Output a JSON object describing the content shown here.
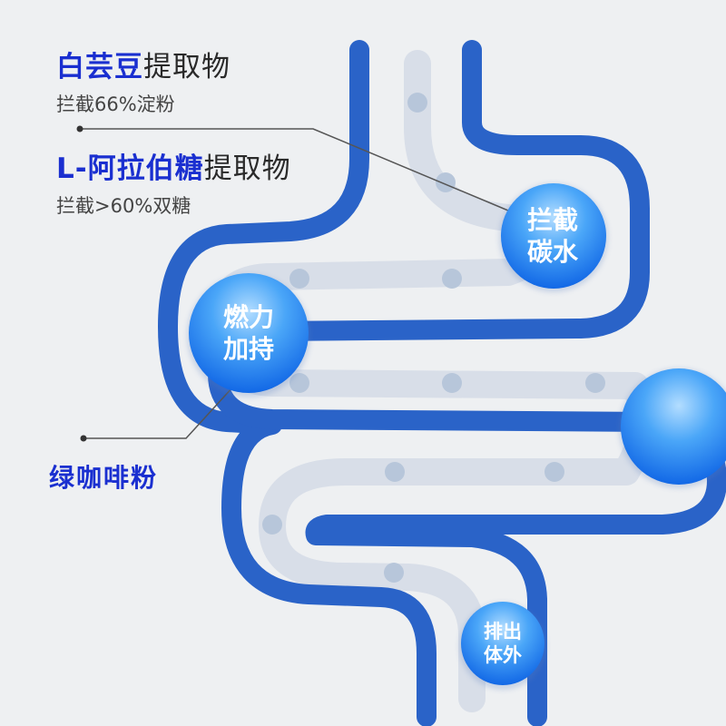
{
  "colors": {
    "background": "#eef0f2",
    "tube": "#2a63c8",
    "inner_path": "#d9dfe8",
    "dots": "#b7c6da",
    "bubble_light": "#9fd3ff",
    "bubble_dark": "#1670ea",
    "heading_blue": "#1a2fd0",
    "leader_line": "#555555"
  },
  "labels": {
    "item1": {
      "highlight": "白芸豆",
      "rest": "提取物",
      "sub": "拦截66%淀粉"
    },
    "item2": {
      "highlight": "L-阿拉伯糖",
      "rest": "提取物",
      "sub": "拦截>60%双糖"
    },
    "item3": {
      "text": "绿咖啡粉"
    }
  },
  "bubbles": {
    "b1": {
      "line1": "拦截",
      "line2": "碳水"
    },
    "b2": {
      "line1": "燃力",
      "line2": "加持"
    },
    "b4": {
      "line1": "排出",
      "line2": "体外"
    }
  }
}
